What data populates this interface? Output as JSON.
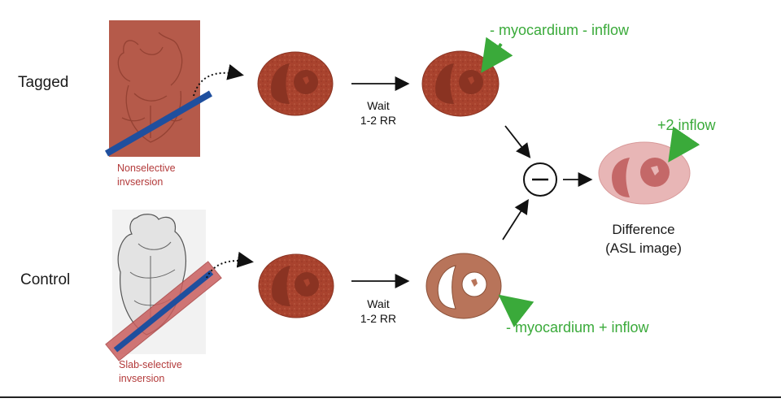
{
  "rows": {
    "tagged_label": "Tagged",
    "control_label": "Control"
  },
  "inversion": {
    "nonselective_line1": "Nonselective",
    "nonselective_line2": "invsersion",
    "slab_line1": "Slab-selective",
    "slab_line2": "invsersion"
  },
  "wait": {
    "top_line1": "Wait",
    "top_line2": "1-2 RR",
    "bottom_line1": "Wait",
    "bottom_line2": "1-2 RR"
  },
  "annotations": {
    "tagged_signal": "- myocardium - inflow",
    "control_signal": "- myocardium + inflow",
    "difference_signal": "+2 inflow"
  },
  "difference": {
    "line1": "Difference",
    "line2": "(ASL image)"
  },
  "operator": {
    "symbol": "−"
  },
  "colors": {
    "myocardium": "#a9432e",
    "inner": "#8a3322",
    "green_annotation": "#3aaa3a",
    "blue_slab": "#1f4f9e",
    "red_text": "#b33a3a",
    "difference_fill": "#e8b6b6",
    "difference_inner": "#c46868"
  }
}
